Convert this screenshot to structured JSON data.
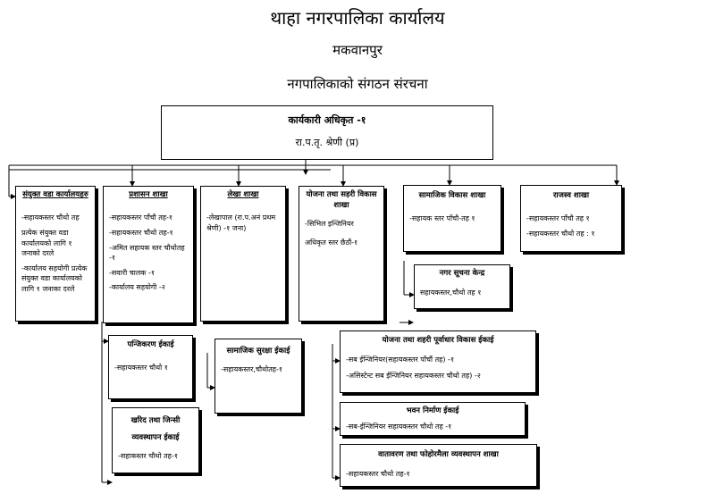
{
  "header": {
    "title": "थाहा नगरपालिका कार्यालय",
    "district": "मकवानपुर",
    "subtitle": "नगपालिकाको संगठन संरचना"
  },
  "executive": {
    "title": "कार्यकारी अधिकृत -१",
    "grade": "रा.प.तृ. श्रेणी (प्र)"
  },
  "units": {
    "ward": {
      "title": "संयुक्त वडा कार्यालयहरु",
      "lines": [
        "-सहायकस्तर चौथो तह",
        "प्रत्येक संयुक्त वडा कार्यालयको लागि १ जनाको दरले",
        "-कार्यालय सहयोगी प्रत्येक संयुक्त वडा कार्यालयको लागि १ जनाका दरले"
      ]
    },
    "admin": {
      "title": "प्रशासन शाखा",
      "lines": [
        "-सहायकस्तर पाँचौ तह-१",
        "-सहायकस्तर चौथो तह-१",
        "-अमित सहायक स्तर चौथोतह -१",
        "-सवारी चालक -१",
        "-कार्यालय सहयोगी -२"
      ]
    },
    "accounts": {
      "title": "लेखा शाखा",
      "lines": [
        "-लेखापाल (रा.प.अनं प्रथम श्रेणी) -१ जना)"
      ]
    },
    "planning": {
      "title": "योजना तथा सहरी विकास शाखा",
      "lines": [
        "-सिभिल इन्जिनियर",
        "अधिकृत स्तर छैठौं-१"
      ]
    },
    "social": {
      "title": "सामाजिक विकास शाखा",
      "lines": [
        "-सहायक स्तर पाँचौ-तह १"
      ]
    },
    "revenue": {
      "title": "राजस्व शाखा",
      "lines": [
        "-सहायकस्तर पाँचौ तह १",
        "-सहायकस्तर चौथो तह : १"
      ]
    },
    "info": {
      "title": "नगर सूचना केन्द्र",
      "lines": [
        "सहायकस्तर,चौथो तह १"
      ]
    },
    "registration": {
      "title": "पन्जिकरण ईकाई",
      "lines": [
        "-सहायकस्तर चौथो १"
      ]
    },
    "security": {
      "title": "सामाजिक सुरक्षा ईकाई",
      "lines": [
        "-सहायकस्तर,चौथोतह-१"
      ]
    },
    "procurement": {
      "title": "खरिद तथा जिन्सी व्यवस्थापन ईकाई",
      "lines": [
        "-सहाकस्तर चौथो तह-१"
      ]
    },
    "infra": {
      "title": "योजना तथा शहरी पूर्वाधार विकास ईकाई",
      "lines": [
        "-सब ईन्जिनियर(सहायकस्तर पाँचौं तह) -१",
        "-असिस्टेन्ट सब ईन्जिनियर सहायकस्तर चौथो तह) -२"
      ]
    },
    "building": {
      "title": "भवन निर्माण ईकाई",
      "lines": [
        "-सब-ईन्जिनियर सहायकस्तर चौथो तह -१"
      ]
    },
    "environment": {
      "title": "वातावरण तथा फोहोरमैला व्यवस्थापन शाखा",
      "lines": [
        "-सहायकस्तर चौथो तह-१"
      ]
    }
  }
}
